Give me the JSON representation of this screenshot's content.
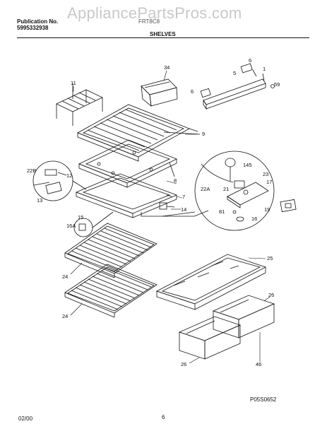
{
  "header": {
    "publication_label": "Publication No.",
    "publication_number": "5995332938",
    "model_code": "FRT8C8",
    "watermark": "AppliancePartsPros.com",
    "section_title": "SHELVES"
  },
  "footer": {
    "date": "02/00",
    "page": "6",
    "diagram_code": "P05S0652"
  },
  "callouts": [
    "34",
    "6",
    "5",
    "1",
    "59",
    "6",
    "11",
    "9",
    "8",
    "7",
    "14",
    "22B",
    "12",
    "13",
    "15",
    "16A",
    "145",
    "22A",
    "23",
    "21",
    "17",
    "81",
    "19",
    "16",
    "25",
    "24",
    "24",
    "26",
    "26",
    "46"
  ]
}
